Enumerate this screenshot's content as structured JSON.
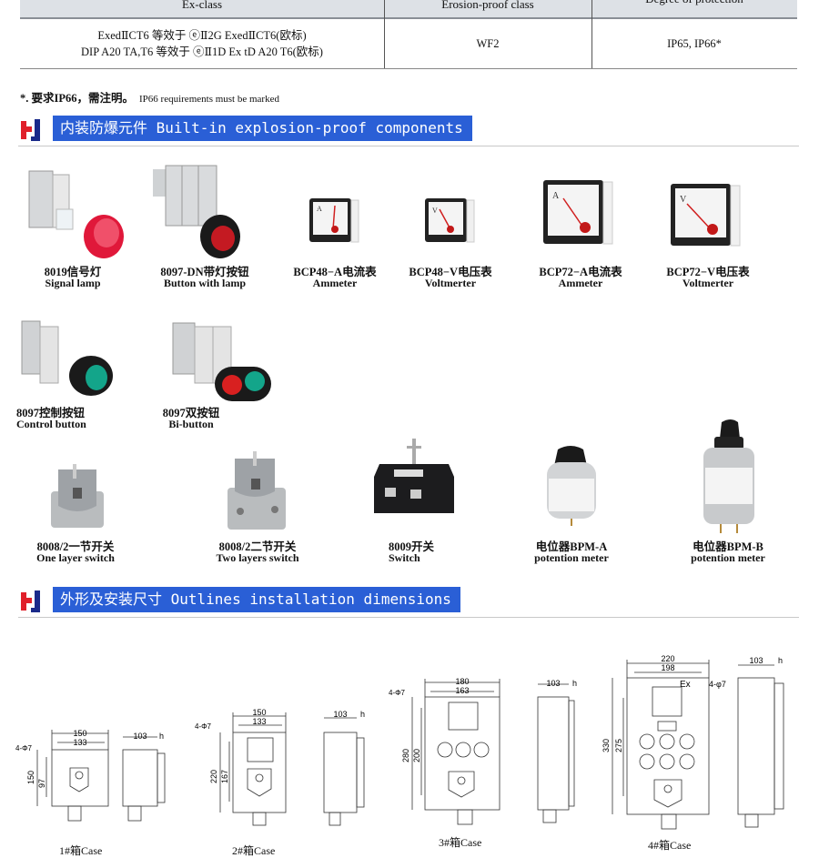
{
  "table": {
    "headers": [
      "Ex-class",
      "Erosion-proof  class",
      "Degree of protection"
    ],
    "rows": [
      {
        "ex_class_line1": "ExedⅡCT6 等效于 ⓔⅡ2G ExedⅡCT6(欧标)",
        "ex_class_line2": "DIP A20 TA,T6 等效于 ⓔⅡ1D Ex tD A20 T6(欧标)",
        "erosion": "WF2",
        "protection": "IP65, IP66*"
      }
    ]
  },
  "note": {
    "cn": "*. 要求IP66，需注明。",
    "en": "IP66 requirements must be marked"
  },
  "sections": {
    "components": "内装防爆元件 Built-in explosion-proof components",
    "dimensions": "外形及安装尺寸 Outlines installation dimensions"
  },
  "colors": {
    "section_bar": "#2a5fd6",
    "logo_red": "#e0202a",
    "logo_blue": "#1a2a8a"
  },
  "products": [
    {
      "cn": "8019信号灯",
      "en": "Signal lamp",
      "icon": "signal-lamp"
    },
    {
      "cn": "8097-DN带灯按钮",
      "en": "Button with lamp",
      "icon": "button-with-lamp"
    },
    {
      "cn": "BCP48−A电流表",
      "en": "Ammeter",
      "icon": "ammeter"
    },
    {
      "cn": "BCP48−V电压表",
      "en": "Voltmerter",
      "icon": "voltmeter"
    },
    {
      "cn": "BCP72−A电流表",
      "en": "Ammeter",
      "icon": "ammeter"
    },
    {
      "cn": "BCP72−V电压表",
      "en": "Voltmerter",
      "icon": "voltmeter"
    },
    {
      "cn": "8097控制按钮",
      "en": "Control button",
      "icon": "control-button"
    },
    {
      "cn": "8097双按钮",
      "en": "Bi-button",
      "icon": "bi-button"
    },
    {
      "cn": "8008/2一节开关",
      "en": "One layer switch",
      "icon": "rotary-switch"
    },
    {
      "cn": "8008/2二节开关",
      "en": "Two layers  switch",
      "icon": "rotary-switch"
    },
    {
      "cn": "8009开关",
      "en": "Switch",
      "icon": "switch"
    },
    {
      "cn": "电位器BPM-A",
      "en": "potention meter",
      "icon": "potentiometer"
    },
    {
      "cn": "电位器BPM-B",
      "en": "potention meter",
      "icon": "potentiometer"
    }
  ],
  "cases": [
    {
      "label": "1#箱Case",
      "width": "150",
      "hole_spacing": "133",
      "height": "150",
      "inner_height": "97",
      "depth": "103",
      "holes": "4-Φ7",
      "h": "h"
    },
    {
      "label": "2#箱Case",
      "width": "150",
      "hole_spacing": "133",
      "height": "220",
      "inner_height": "167",
      "depth": "103",
      "holes": "4-Φ7",
      "h": "h"
    },
    {
      "label": "3#箱Case",
      "width": "180",
      "hole_spacing": "163",
      "height": "280",
      "inner_height": "200",
      "depth": "103",
      "holes": "4-Φ7",
      "h": "h"
    },
    {
      "label": "4#箱Case",
      "width": "220",
      "hole_spacing": "198",
      "height": "330",
      "inner_height": "275",
      "depth": "103",
      "holes": "4-φ7",
      "h": "h",
      "ex_mark": "Ex"
    }
  ]
}
